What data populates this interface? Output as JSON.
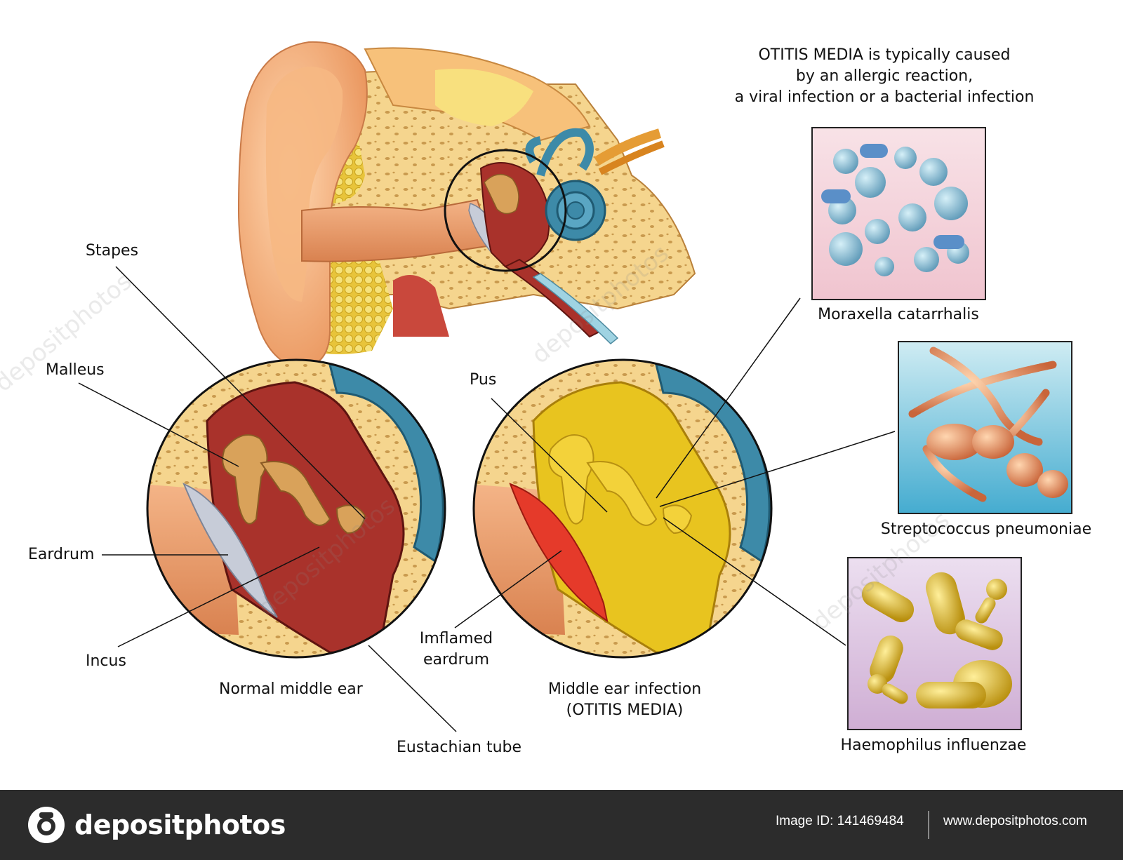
{
  "heading": {
    "line1": "OTITIS MEDIA is typically caused",
    "line2": "by an allergic reaction,",
    "line3": "a viral infection or a bacterial infection"
  },
  "labels": {
    "stapes": "Stapes",
    "malleus": "Malleus",
    "eardrum": "Eardrum",
    "incus": "Incus",
    "pus": "Pus",
    "inflamed_line1": "Imflamed",
    "inflamed_line2": "eardrum",
    "eustachian": "Eustachian tube",
    "normal_caption": "Normal middle ear",
    "infection_line1": "Middle ear infection",
    "infection_line2": "(OTITIS MEDIA)"
  },
  "bacteria": [
    {
      "name": "Moraxella catarrhalis",
      "bg_top": "#f6dde3",
      "bg_bottom": "#f2c9d2",
      "cell_color": "#7fb3c9"
    },
    {
      "name": "Streptococcus pneumoniae",
      "bg_top": "#c6e6ef",
      "bg_bottom": "#4fb4d3",
      "cell_color": "#e08a5a"
    },
    {
      "name": "Haemophilus influenzae",
      "bg_top": "#e6d6ea",
      "bg_bottom": "#d2b3d6",
      "cell_color": "#d8b52f"
    }
  ],
  "footer": {
    "logo": "depositphotos",
    "image_id": "Image ID: 141469484",
    "site": "www.depositphotos.com"
  },
  "colors": {
    "skin": "#f2b27e",
    "bone": "#f5d58e",
    "cavity": "#a9322b",
    "ossicle": "#d9a25a",
    "cochlea": "#3d8aa8",
    "pus": "#e8c41f",
    "inflamed": "#e53a2a",
    "eardrum": "#c7ccd8"
  }
}
